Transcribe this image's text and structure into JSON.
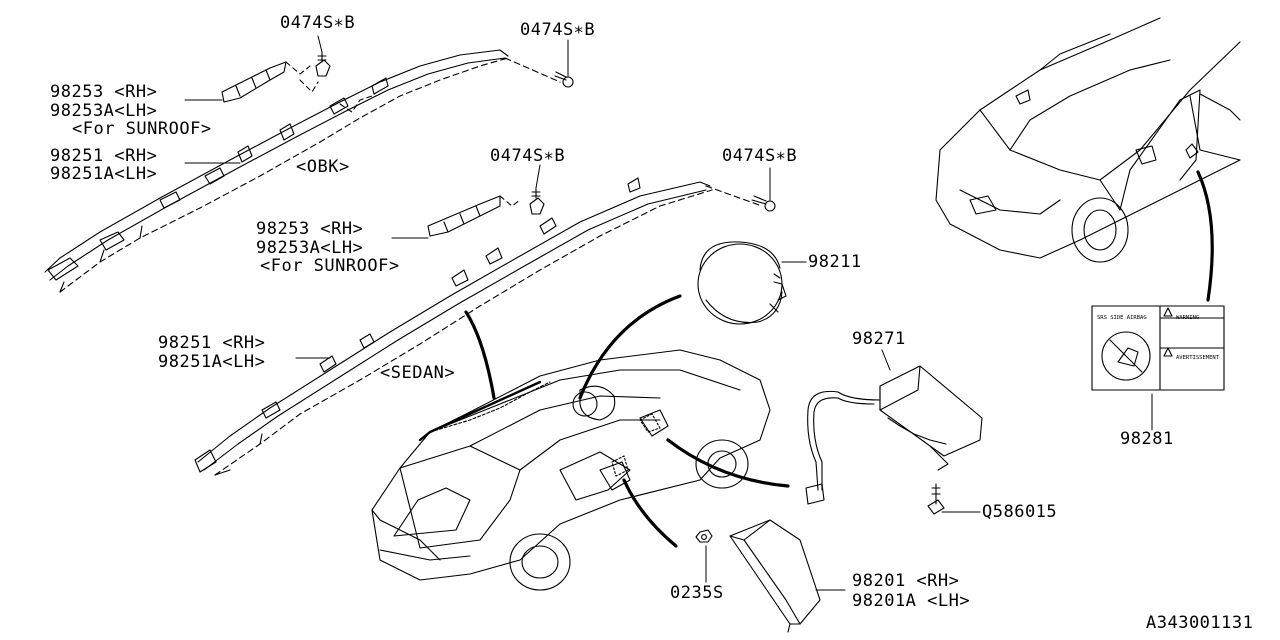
{
  "labels": {
    "bolt_top_left": "0474S∗B",
    "bolt_top_right": "0474S∗B",
    "bolt_mid_left": "0474S∗B",
    "bolt_mid_right": "0474S∗B",
    "obk_bracket_rh": "98253 <RH>",
    "obk_bracket_lh": "98253A<LH>",
    "obk_sunroof": "<For SUNROOF>",
    "obk_curtain_rh": "98251 <RH>",
    "obk_curtain_lh": "98251A<LH>",
    "obk_variant": "<OBK>",
    "sedan_bracket_rh": "98253 <RH>",
    "sedan_bracket_lh": "98253A<LH>",
    "sedan_sunroof": "<For SUNROOF>",
    "sedan_curtain_rh": "98251 <RH>",
    "sedan_curtain_lh": "98251A<LH>",
    "sedan_variant": "<SEDAN>",
    "driver_airbag": "98211",
    "passenger_airbag": "98271",
    "passenger_bolt": "Q586015",
    "label_part": "98281",
    "side_airbag_rh": "98201 <RH>",
    "side_airbag_lh": "98201A <LH>",
    "nut": "0235S",
    "diagram_code": "A343001131"
  },
  "warning_label": {
    "title": "SRS SIDE AIRBAG",
    "warning": "WARNING",
    "avertissement": "AVERTISSEMENT"
  },
  "colors": {
    "ink": "#000000",
    "background": "#ffffff"
  }
}
